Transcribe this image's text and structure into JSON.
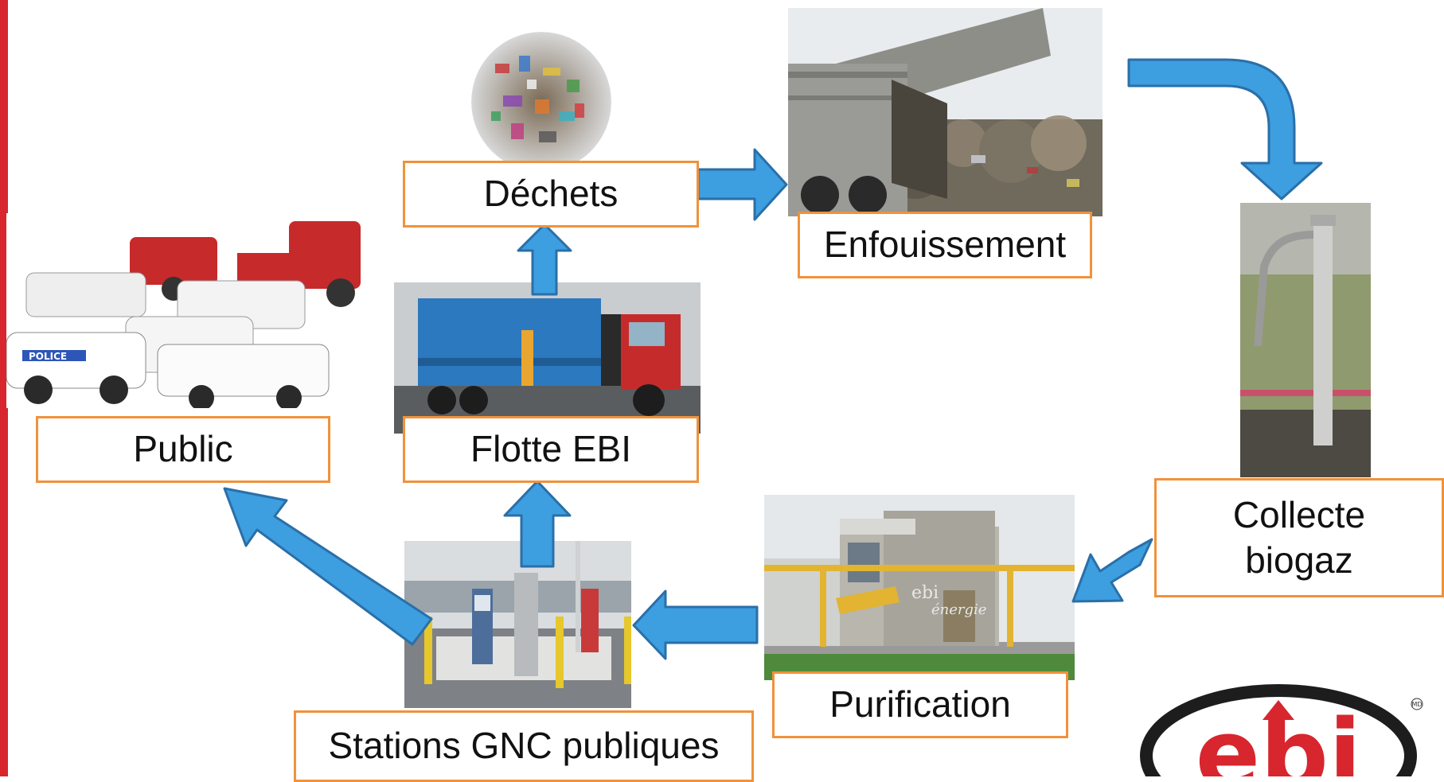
{
  "nodes": {
    "dechets": "Déchets",
    "enfouissement": "Enfouissement",
    "collecte": "Collecte\nbiogaz",
    "purification": "Purification",
    "stations": "Stations GNC publiques",
    "flotte": "Flotte EBI",
    "public": "Public"
  },
  "photos": {
    "waste_ball": "photo-waste-pile",
    "landfill": "photo-dump-truck-landfill",
    "biogas_well": "photo-biogas-well",
    "plant": "photo-purification-plant",
    "station": "photo-cng-station",
    "garbage_truck": "photo-ebi-garbage-truck",
    "vehicles": "photo-public-vehicles"
  },
  "photo_texts": {
    "plant_sign_brand": "ebi",
    "plant_sign_sub": "énergie",
    "police_text": "POLICE"
  },
  "logo": {
    "text": "ebi",
    "mark": "MD"
  },
  "colors": {
    "arrow": "#3d9ee0",
    "arrow_border": "#2a6fa8",
    "box_border": "#f0923b",
    "accent_bar": "#d7262e",
    "logo_red": "#d7262e"
  }
}
